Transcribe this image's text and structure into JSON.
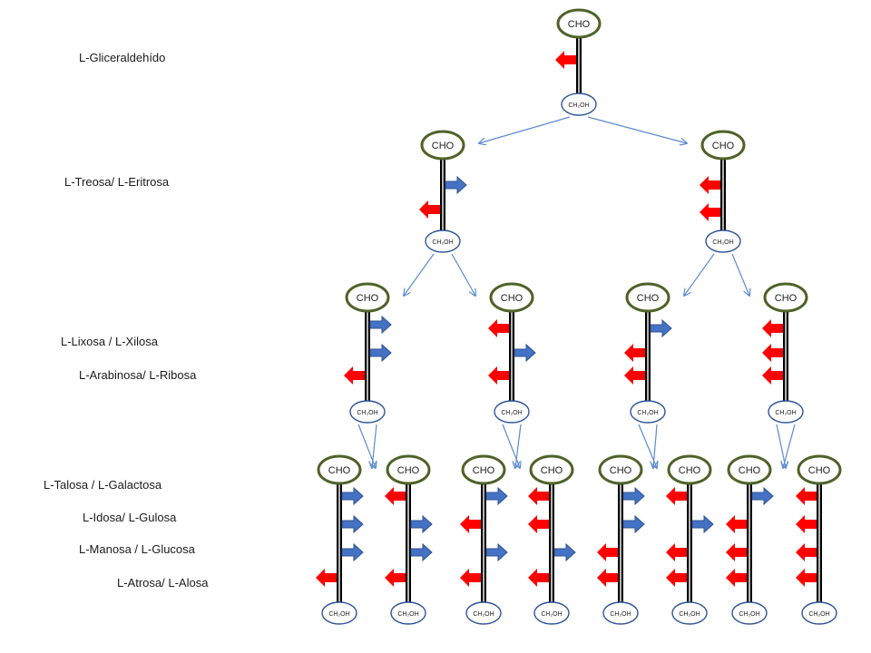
{
  "labels": {
    "level1": "L-Gliceraldehído",
    "level2": "L-Treosa/ L-Eritrosa",
    "level3a": "L-Lixosa / L-Xilosa",
    "level3b": "L-Arabinosa/ L-Ribosa",
    "level4a": "L-Talosa / L-Galactosa",
    "level4b": "L-Idosa/ L-Gulosa",
    "level4c": "L-Manosa / L-Glucosa",
    "level4d": "L-Atrosa/ L-Alosa"
  },
  "node_labels": {
    "top": "CHO",
    "bottom": "CH₂OH"
  },
  "colors": {
    "top_ellipse_stroke": "#4f6228",
    "bottom_ellipse_stroke": "#2f5597",
    "left_arrow": "#ff0000",
    "right_arrow": "#4472c4",
    "right_arrow_stroke": "#2f528f",
    "connector": "#5b8bd0"
  },
  "molecules": [
    {
      "id": "gliceraldehido",
      "level": 1,
      "hydroxyls": [
        "left"
      ]
    },
    {
      "id": "treosa",
      "level": 2,
      "hydroxyls": [
        "right",
        "left"
      ]
    },
    {
      "id": "eritrosa",
      "level": 2,
      "hydroxyls": [
        "left",
        "left"
      ]
    },
    {
      "id": "lixosa",
      "level": 3,
      "hydroxyls": [
        "right",
        "right",
        "left"
      ]
    },
    {
      "id": "xilosa",
      "level": 3,
      "hydroxyls": [
        "left",
        "right",
        "left"
      ]
    },
    {
      "id": "arabinosa",
      "level": 3,
      "hydroxyls": [
        "right",
        "left",
        "left"
      ]
    },
    {
      "id": "ribosa",
      "level": 3,
      "hydroxyls": [
        "left",
        "left",
        "left"
      ]
    },
    {
      "id": "talosa",
      "level": 4,
      "hydroxyls": [
        "right",
        "right",
        "right",
        "left"
      ]
    },
    {
      "id": "galactosa",
      "level": 4,
      "hydroxyls": [
        "left",
        "right",
        "right",
        "left"
      ]
    },
    {
      "id": "idosa",
      "level": 4,
      "hydroxyls": [
        "right",
        "left",
        "right",
        "left"
      ]
    },
    {
      "id": "gulosa",
      "level": 4,
      "hydroxyls": [
        "left",
        "left",
        "right",
        "left"
      ]
    },
    {
      "id": "manosa",
      "level": 4,
      "hydroxyls": [
        "right",
        "right",
        "left",
        "left"
      ]
    },
    {
      "id": "glucosa",
      "level": 4,
      "hydroxyls": [
        "left",
        "right",
        "left",
        "left"
      ]
    },
    {
      "id": "atrosa",
      "level": 4,
      "hydroxyls": [
        "right",
        "left",
        "left",
        "left"
      ]
    },
    {
      "id": "alosa",
      "level": 4,
      "hydroxyls": [
        "left",
        "left",
        "left",
        "left"
      ]
    }
  ],
  "edges": [
    [
      "gliceraldehido",
      "treosa"
    ],
    [
      "gliceraldehido",
      "eritrosa"
    ],
    [
      "treosa",
      "lixosa"
    ],
    [
      "treosa",
      "xilosa"
    ],
    [
      "eritrosa",
      "arabinosa"
    ],
    [
      "eritrosa",
      "ribosa"
    ],
    [
      "lixosa",
      "talosa"
    ],
    [
      "lixosa",
      "galactosa"
    ],
    [
      "xilosa",
      "idosa"
    ],
    [
      "xilosa",
      "gulosa"
    ],
    [
      "arabinosa",
      "manosa"
    ],
    [
      "arabinosa",
      "glucosa"
    ],
    [
      "ribosa",
      "atrosa"
    ],
    [
      "ribosa",
      "alosa"
    ]
  ]
}
